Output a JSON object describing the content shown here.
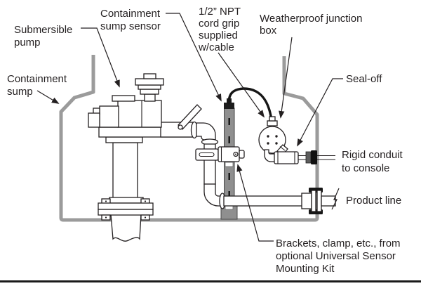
{
  "labels": {
    "submersible_pump": {
      "lines": [
        "Submersible",
        "pump"
      ]
    },
    "containment_sump_sensor": {
      "lines": [
        "Containment",
        "sump sensor"
      ]
    },
    "cord_grip": {
      "lines": [
        "1/2” NPT",
        "cord grip",
        "supplied",
        "w/cable"
      ]
    },
    "junction_box": {
      "lines": [
        "Weatherproof junction",
        "box"
      ]
    },
    "containment_sump": {
      "lines": [
        "Containment",
        "sump"
      ]
    },
    "seal_off": {
      "lines": [
        "Seal-off"
      ]
    },
    "rigid_conduit": {
      "lines": [
        "Rigid conduit",
        "to console"
      ]
    },
    "product_line": {
      "lines": [
        "Product line"
      ]
    },
    "mounting_kit": {
      "lines": [
        "Brackets, clamp, etc., from",
        "optional Universal Sensor",
        "Mounting Kit"
      ]
    }
  },
  "colors": {
    "wall_gray": "#9b9b9b",
    "sensor_gray": "#8f8f8f",
    "line": "#231f20",
    "cable_black": "#161616",
    "rule_black": "#1a1a1a",
    "background": "#ffffff"
  }
}
